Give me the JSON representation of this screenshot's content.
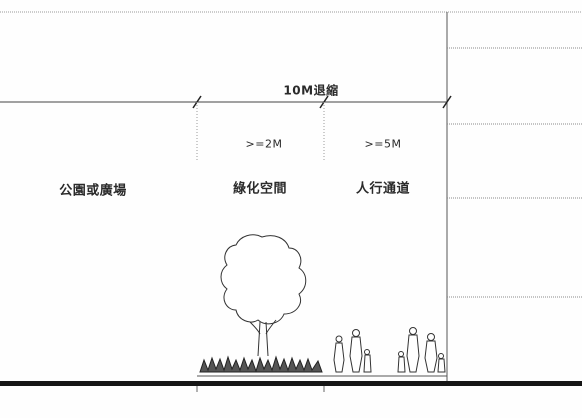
{
  "labels": {
    "total_setback": "10M退縮",
    "green_min": ">=2M",
    "walkway_min": ">=5M",
    "zone_park": "公園或廣場",
    "zone_green": "綠化空間",
    "zone_walkway": "人行通道"
  }
}
